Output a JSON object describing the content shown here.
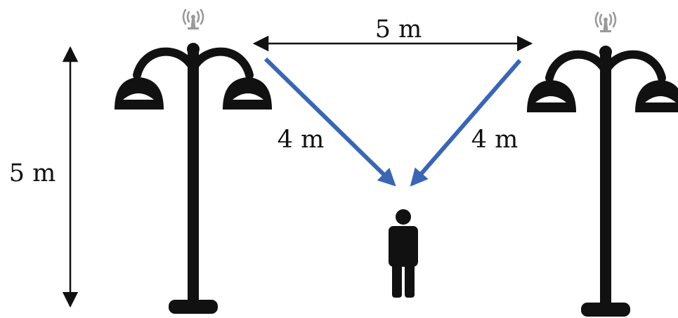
{
  "labels": {
    "pole_spacing": "5 m",
    "pole_height": "5 m",
    "left_distance": "4 m",
    "right_distance": "4 m"
  },
  "icons": {
    "antenna": "wireless-antenna-icon",
    "lamp": "street-lamp-icon",
    "person": "person-icon"
  },
  "colors": {
    "pole": "#111111",
    "antenna": "#9a9a9a",
    "signal_arrow": "#3a66b4",
    "dimension_line": "#111111"
  }
}
